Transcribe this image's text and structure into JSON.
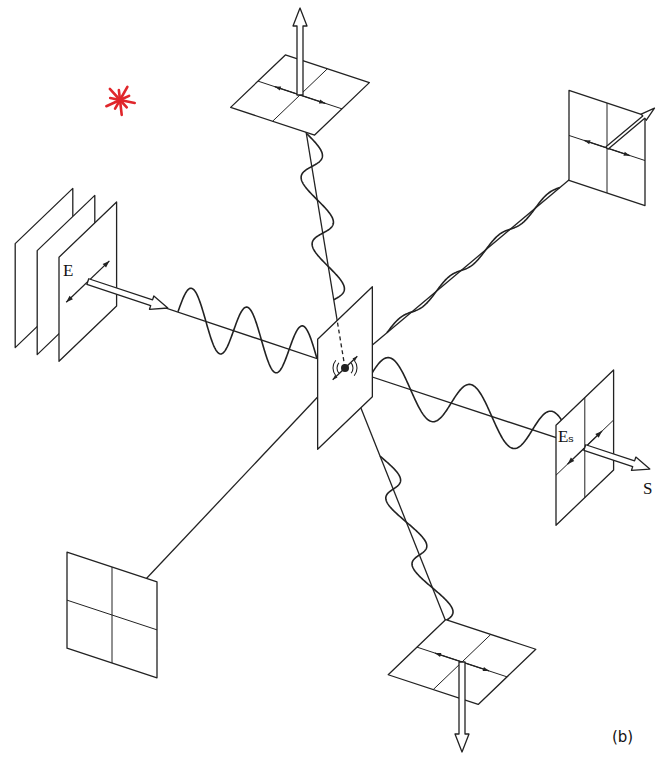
{
  "diagram": {
    "nodes": [
      {
        "text": [
          "E"
        ]
      },
      {
        "text": [
          "Eₛ"
        ]
      }
    ],
    "labels": [
      "S",
      "(b)"
    ]
  }
}
